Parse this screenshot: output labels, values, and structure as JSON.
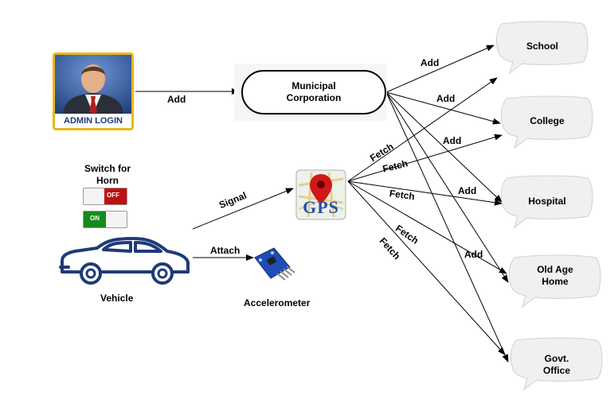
{
  "admin": {
    "caption": "ADMIN LOGIN"
  },
  "municipal": {
    "line1": "Municipal",
    "line2": "Corporation"
  },
  "switch": {
    "title_line1": "Switch for",
    "title_line2": "Horn",
    "off_label": "OFF",
    "on_label": "ON"
  },
  "vehicle": {
    "label": "Vehicle"
  },
  "accelerometer": {
    "label": "Accelerometer"
  },
  "gps": {
    "label": "GPS"
  },
  "destinations": {
    "school": {
      "line1": "School"
    },
    "college": {
      "line1": "College"
    },
    "hospital": {
      "line1": "Hospital"
    },
    "oldage": {
      "line1": "Old Age",
      "line2": "Home"
    },
    "govt": {
      "line1": "Govt.",
      "line2": "Office"
    }
  },
  "edges": {
    "admin_add": "Add",
    "signal": "Signal",
    "attach": "Attach",
    "add_school": "Add",
    "add_college": "Add",
    "add_hospital": "Add",
    "add_hospital2": "Add",
    "add_oldage": "Add",
    "fetch1": "Fetch",
    "fetch2": "Fetch",
    "fetch3": "Fetch",
    "fetch4": "Fetch",
    "fetch5": "Fetch"
  },
  "colors": {
    "admin_border": "#e8b81a",
    "admin_text": "#1f3a78",
    "cloud_fill": "#f0f0f0",
    "car_stroke": "#1f3a78",
    "switch_off": "#c01010",
    "switch_on": "#168a1e",
    "gps_pin": "#d01818",
    "gps_text": "#2a4fa8"
  }
}
